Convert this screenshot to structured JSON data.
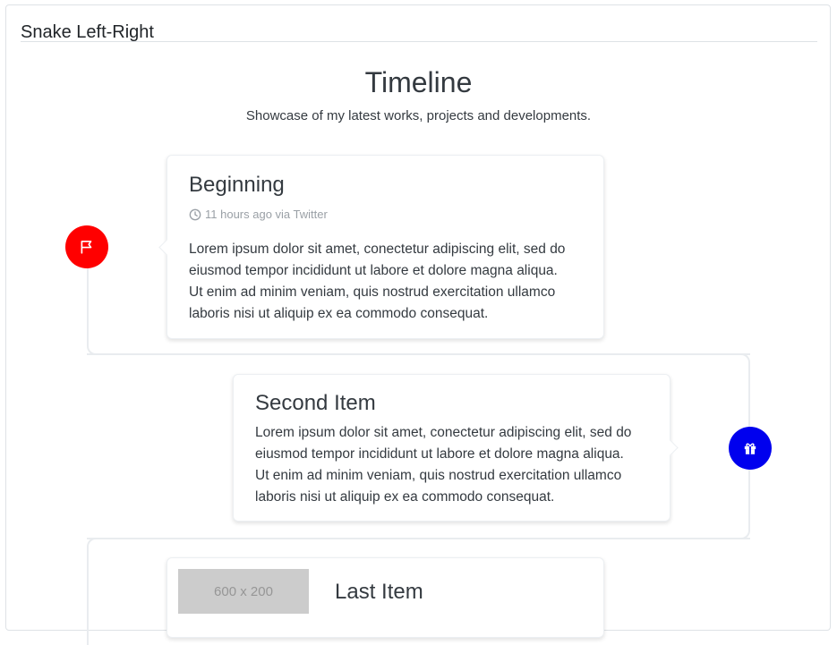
{
  "panel": {
    "title": "Snake Left-Right"
  },
  "timeline": {
    "title": "Timeline",
    "subtitle": "Showcase of my latest works, projects and developments."
  },
  "items": [
    {
      "title": "Beginning",
      "meta": "11 hours ago via Twitter",
      "text_lines": [
        "Lorem ipsum dolor sit amet, conectetur adipiscing elit, sed do",
        "eiusmod tempor incididunt ut labore et dolore magna aliqua.",
        "Ut enim ad minim veniam, quis nostrud exercitation ullamco",
        "laboris nisi ut aliquip ex ea commodo consequat."
      ],
      "icon": "flag-icon",
      "color": "#ff0000"
    },
    {
      "title": "Second Item",
      "text_lines": [
        "Lorem ipsum dolor sit amet, conectetur adipiscing elit, sed do",
        "eiusmod tempor incididunt ut labore et dolore magna aliqua.",
        "Ut enim ad minim veniam, quis nostrud exercitation ullamco",
        "laboris nisi ut aliquip ex ea commodo consequat."
      ],
      "icon": "gift-icon",
      "color": "#0000ee"
    },
    {
      "title": "Last Item",
      "image_text": "600 x 200"
    }
  ]
}
